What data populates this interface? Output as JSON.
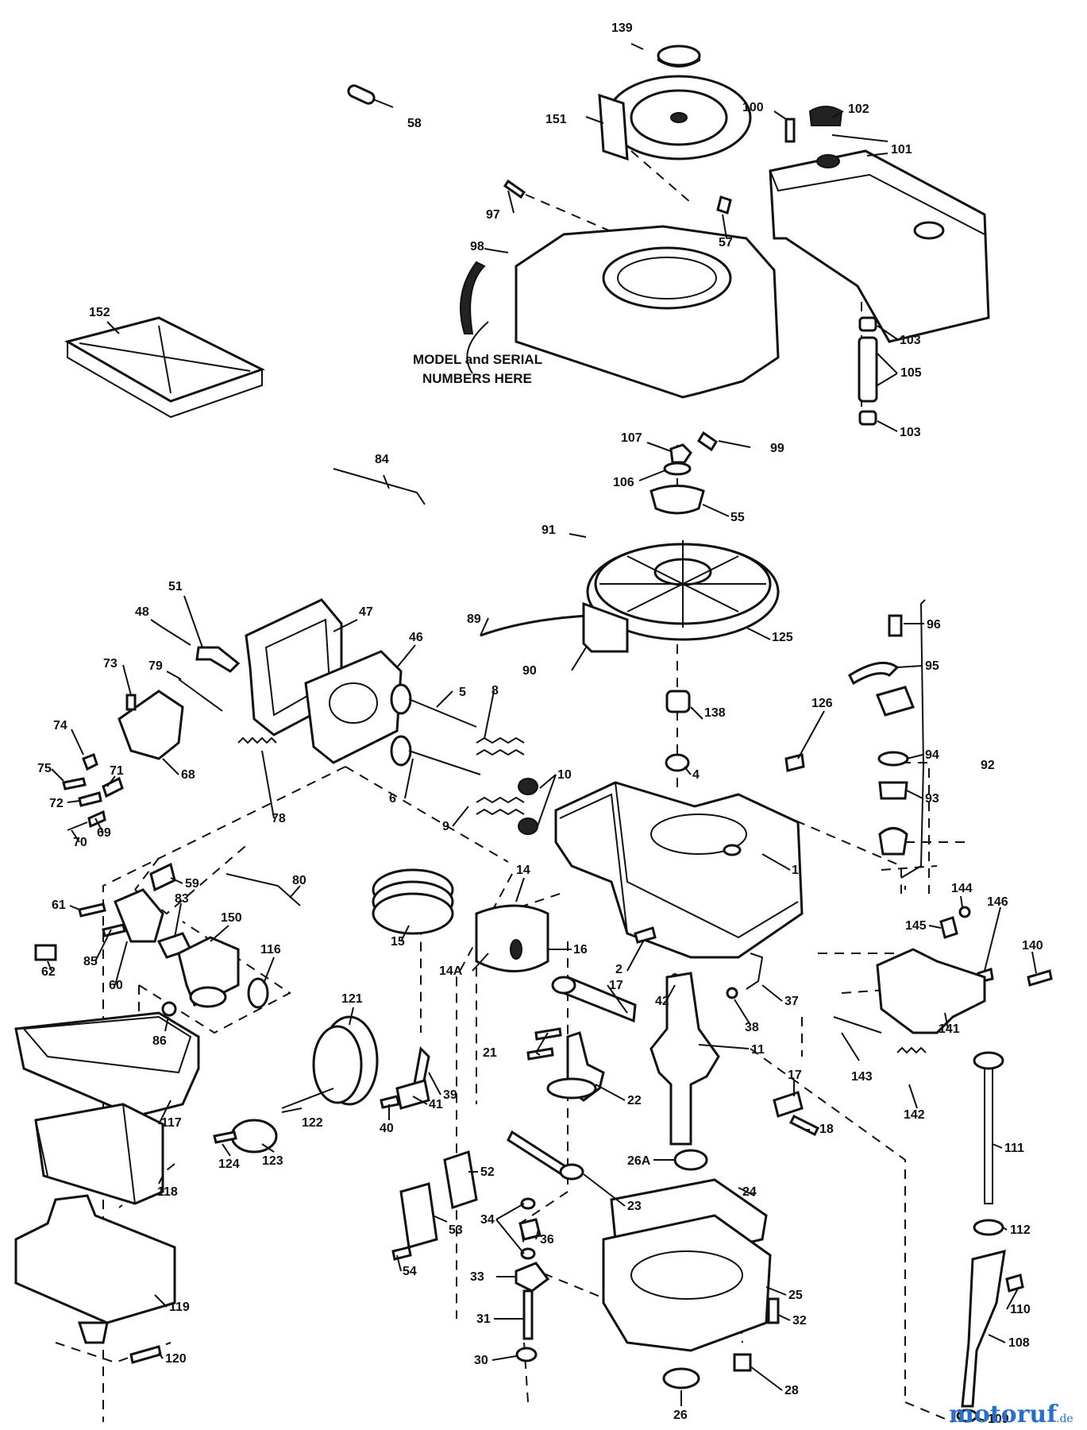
{
  "note": {
    "line1": "MODEL and SERIAL",
    "line2": "NUMBERS HERE"
  },
  "watermark": {
    "brand": "motoruf",
    "tld": ".de",
    "color": "#2b6fc4"
  },
  "part_numbers": [
    "139",
    "58",
    "151",
    "100",
    "102",
    "101",
    "97",
    "57",
    "98",
    "152",
    "103",
    "105",
    "103",
    "107",
    "99",
    "106",
    "84",
    "55",
    "91",
    "51",
    "47",
    "48",
    "46",
    "125",
    "89",
    "90",
    "96",
    "95",
    "73",
    "79",
    "74",
    "75",
    "68",
    "5",
    "8",
    "138",
    "126",
    "94",
    "92",
    "93",
    "72",
    "71",
    "69",
    "70",
    "78",
    "10",
    "4",
    "6",
    "9",
    "1",
    "59",
    "80",
    "14",
    "144",
    "146",
    "61",
    "83",
    "150",
    "145",
    "140",
    "62",
    "85",
    "60",
    "16",
    "15",
    "2",
    "116",
    "14A",
    "37",
    "121",
    "17",
    "42",
    "86",
    "38",
    "141",
    "21",
    "11",
    "143",
    "117",
    "17",
    "39",
    "22",
    "18",
    "142",
    "41",
    "40",
    "111",
    "122",
    "123",
    "124",
    "26A",
    "52",
    "24",
    "118",
    "23",
    "34",
    "36",
    "53",
    "112",
    "54",
    "33",
    "25",
    "119",
    "110",
    "31",
    "108",
    "32",
    "120",
    "30",
    "26",
    "28",
    "109"
  ]
}
